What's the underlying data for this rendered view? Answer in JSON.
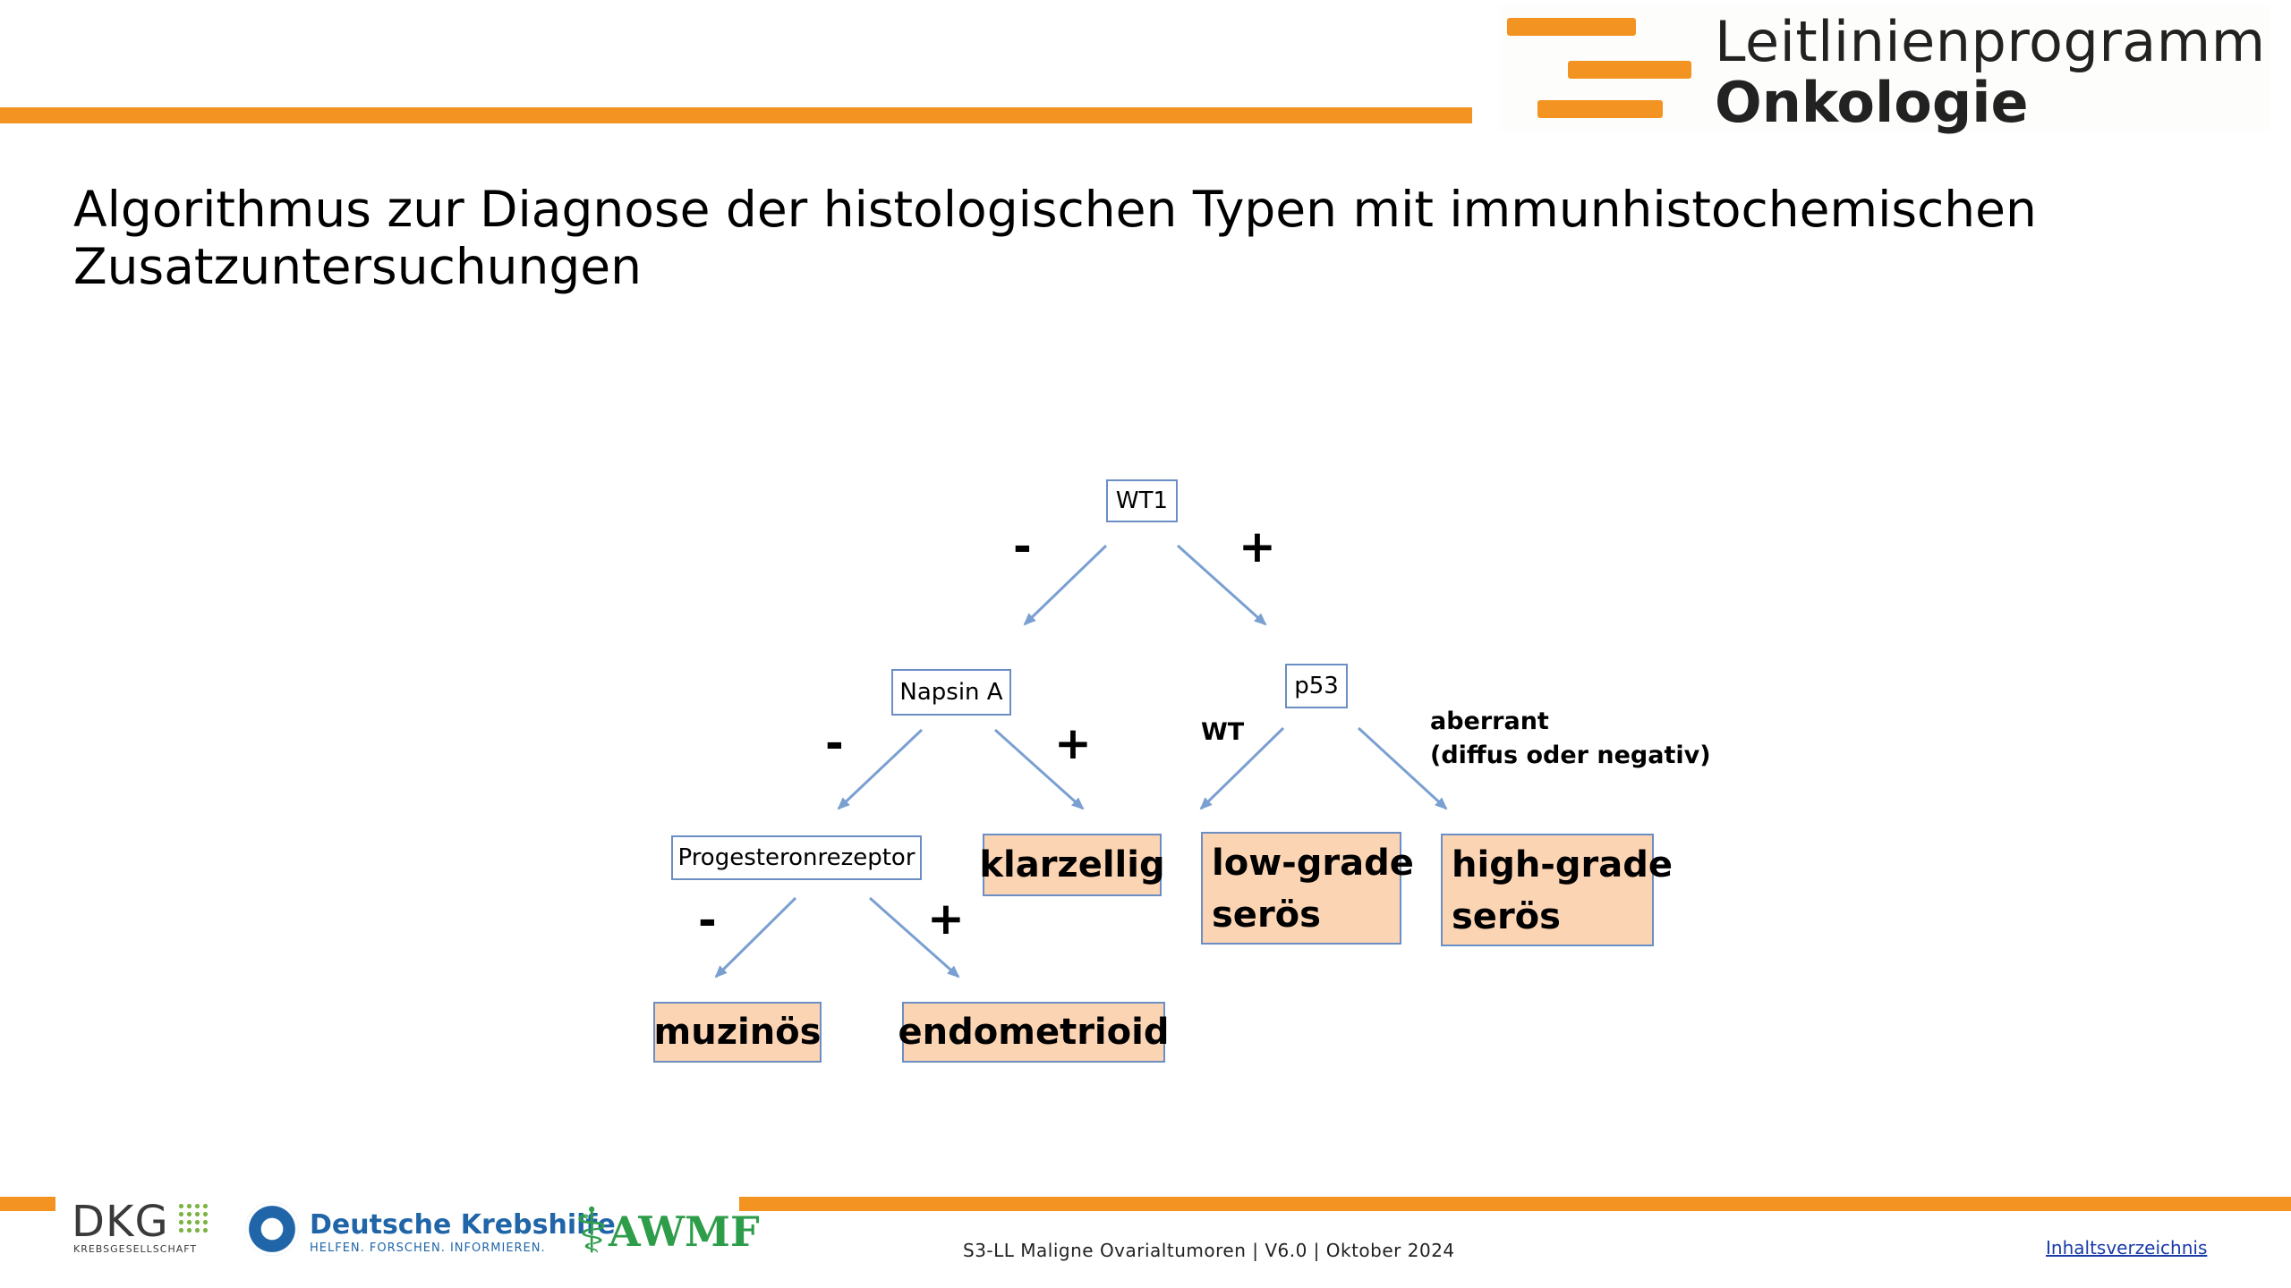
{
  "header": {
    "logo_line1": "Leitlinienprogramm",
    "logo_line2": "Onkologie",
    "accent_color": "#f39322"
  },
  "title": {
    "line1": "Algorithmus zur Diagnose der histologischen Typen mit immunhistochemischen",
    "line2": "Zusatzuntersuchungen"
  },
  "diagram": {
    "nodes": {
      "wt1": "WT1",
      "napsin_a": "Napsin A",
      "p53": "p53",
      "progesteronrezeptor": "Progesteronrezeptor"
    },
    "results": {
      "klarzellig": "klarzellig",
      "low_grade_line1": "low-grade",
      "low_grade_line2": "serös",
      "high_grade_line1": "high-grade",
      "high_grade_line2": "serös",
      "muzinoes": "muzinös",
      "endometrioid": "endometrioid"
    },
    "edge_labels": {
      "wt1_negative": "-",
      "wt1_positive": "+",
      "napsin_negative": "-",
      "napsin_positive": "+",
      "p53_wt": "WT",
      "p53_aberrant_line1": "aberrant",
      "p53_aberrant_line2": "(diffus oder negativ)",
      "pr_negative": "-",
      "pr_positive": "+"
    },
    "colors": {
      "result_fill": "#fbd4b4",
      "border": "#6b8ec4",
      "arrow": "#7a9fd1"
    }
  },
  "footer": {
    "dkg_name": "DKG",
    "dkg_sub": "KREBSGESELLSCHAFT",
    "krebshilfe_name": "Deutsche Krebshilfe",
    "krebshilfe_sub": "HELFEN. FORSCHEN. INFORMIEREN.",
    "awmf_name": "AWMF",
    "document_info": "S3-LL Maligne Ovarialtumoren | V6.0 | Oktober 2024",
    "toc_link": "Inhaltsverzeichnis"
  }
}
